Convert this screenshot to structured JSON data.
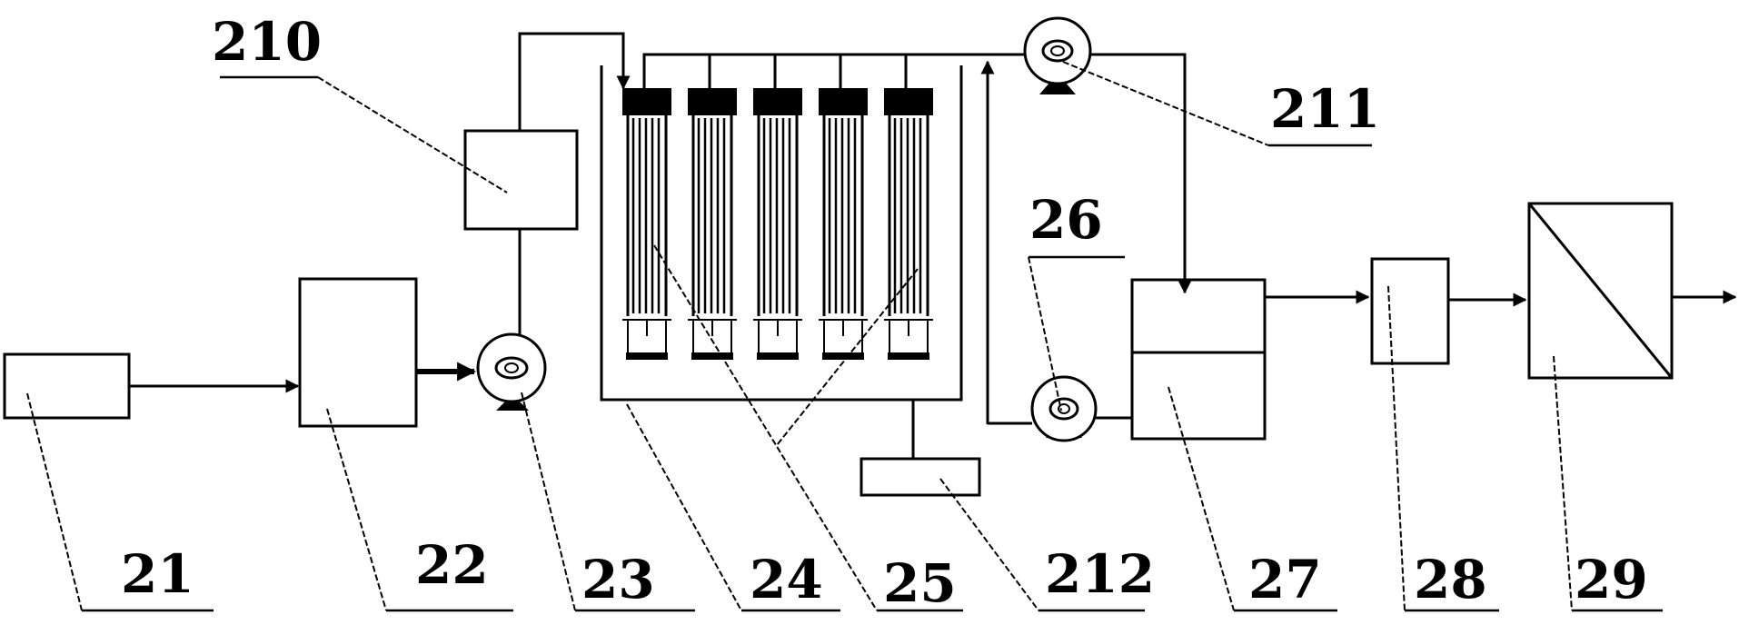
{
  "labels": {
    "l21": "21",
    "l22": "22",
    "l23": "23",
    "l24": "24",
    "l25": "25",
    "l26": "26",
    "l27": "27",
    "l28": "28",
    "l29": "29",
    "l210": "210",
    "l211": "211",
    "l212": "212"
  }
}
